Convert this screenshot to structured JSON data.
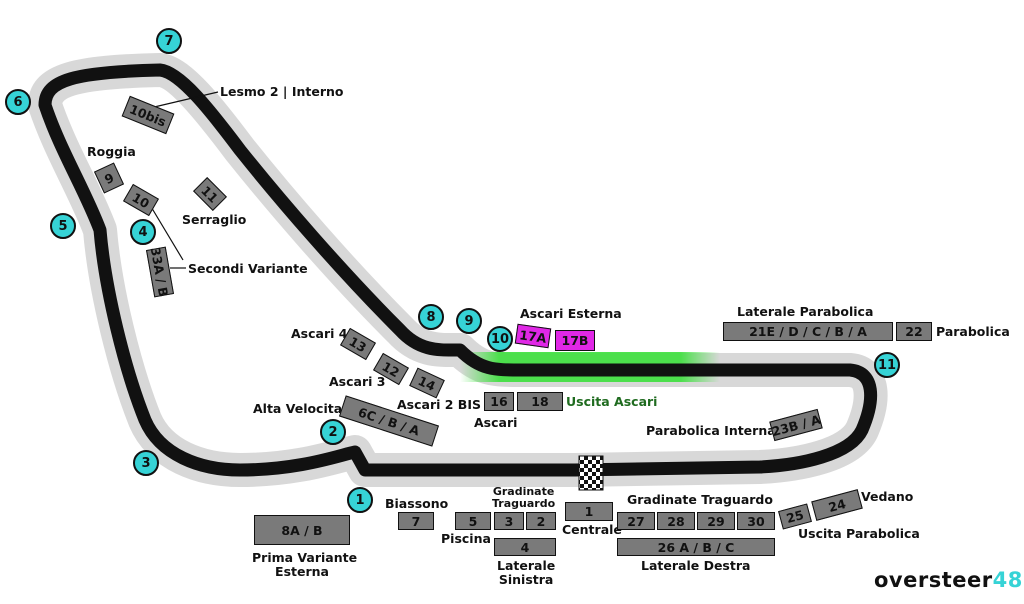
{
  "colors": {
    "track": "#111111",
    "runoff": "#d5d5d5",
    "stand": "#7a7a7a",
    "highlight": "#e027e6",
    "turn": "#36d3d6",
    "green": "#3de03d"
  },
  "labels": {
    "lesmo": "Lesmo 2 | Interno",
    "roggia": "Roggia",
    "serraglio": "Serraglio",
    "secondi": "Secondi Variante",
    "ascari4": "Ascari 4",
    "ascari3": "Ascari 3",
    "ascari2bis": "Ascari 2 BIS",
    "alta": "Alta Velocita",
    "ascari": "Ascari",
    "ascariEsterna": "Ascari Esterna",
    "uscitaAscari": "Uscita Ascari",
    "lateraleParabolica": "Laterale Parabolica",
    "parabolica": "Parabolica",
    "parabolicaInterna": "Parabolica Interna",
    "biassono": "Biassono",
    "gradinateTraguardoSmall": "Gradinate\nTraguardo",
    "piscina": "Piscina",
    "centrale": "Centrale",
    "gradinateTraguardo": "Gradinate Traguardo",
    "lateraleSinistra": "Laterale\nSinistra",
    "lateraleDestra": "Laterale Destra",
    "vedano": "Vedano",
    "uscitaParabolica": "Uscita Parabolica",
    "primaVariante": "Prima Variante\nEsterna"
  },
  "stands": {
    "s10bis": "10bis",
    "s9": "9",
    "s10": "10",
    "s11": "11",
    "s33": "33A / B",
    "s13": "13",
    "s12": "12",
    "s14": "14",
    "s6c": "6C / B / A",
    "s16": "16",
    "s18": "18",
    "s17a": "17A",
    "s17b": "17B",
    "s21": "21E / D / C / B / A",
    "s22": "22",
    "s23": "23B / A",
    "s8": "8A / B",
    "s7": "7",
    "s5": "5",
    "s3": "3",
    "s2": "2",
    "s1": "1",
    "s4": "4",
    "s27": "27",
    "s28": "28",
    "s29": "29",
    "s30": "30",
    "s26": "26 A / B / C",
    "s25": "25",
    "s24": "24"
  },
  "turns": [
    "1",
    "2",
    "3",
    "4",
    "5",
    "6",
    "7",
    "8",
    "9",
    "10",
    "11"
  ],
  "logo": {
    "text": "oversteer",
    "number": "48"
  }
}
